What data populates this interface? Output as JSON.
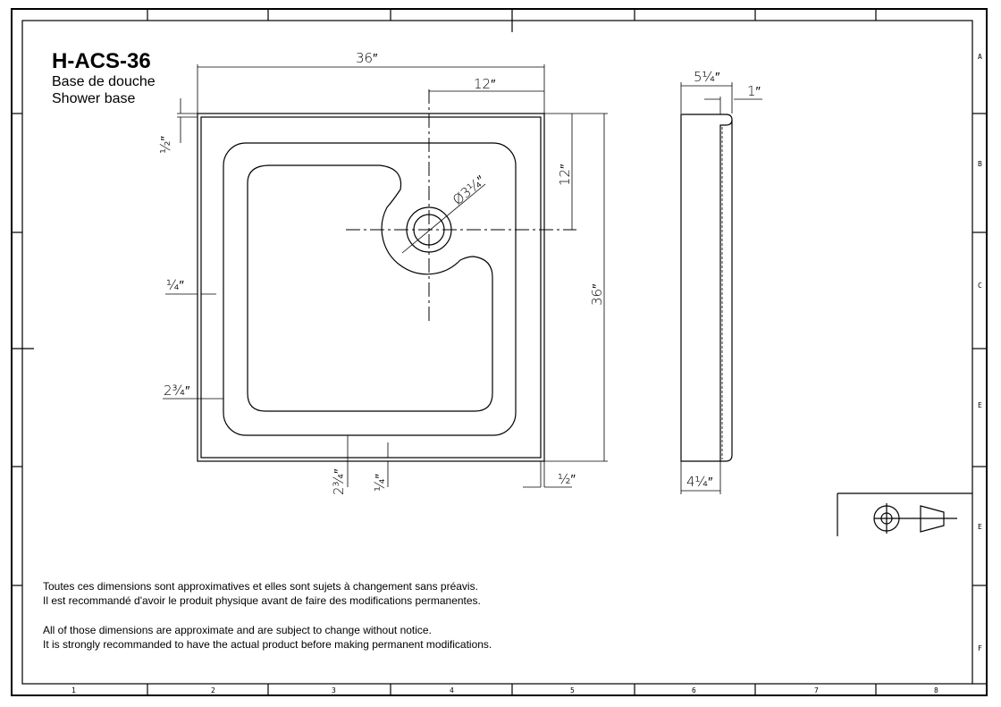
{
  "title": {
    "model": "H-ACS-36",
    "name_fr": "Base de douche",
    "name_en": "Shower base"
  },
  "grid": {
    "columns": [
      "1",
      "2",
      "3",
      "4",
      "5",
      "6",
      "7",
      "8"
    ],
    "rows": [
      "A",
      "B",
      "C",
      "E",
      "E",
      "F"
    ]
  },
  "dimensions": {
    "overall_width": "36″",
    "drain_offset_x": "12″",
    "drain_offset_y": "12″",
    "overall_depth": "36″",
    "top_flange": "½″",
    "side_flange": "¼″",
    "side_apron": "2¾″",
    "bottom_apron": "2¾″",
    "bottom_flange": "¼″",
    "corner_flange": "½″",
    "drain_diameter": "Ø3¼″",
    "side_total_height": "5¼″",
    "side_lip": "1″",
    "side_body_height": "4¼″"
  },
  "notes": {
    "fr": [
      "Toutes ces dimensions sont approximatives et elles sont sujets à changement sans préavis.",
      "Il est recommandé d'avoir le produit physique avant de faire des modifications permanentes."
    ],
    "en": [
      "All of those dimensions are approximate and are subject to change without notice.",
      "It is strongly recommanded to have the actual product before making permanent modifications."
    ]
  }
}
